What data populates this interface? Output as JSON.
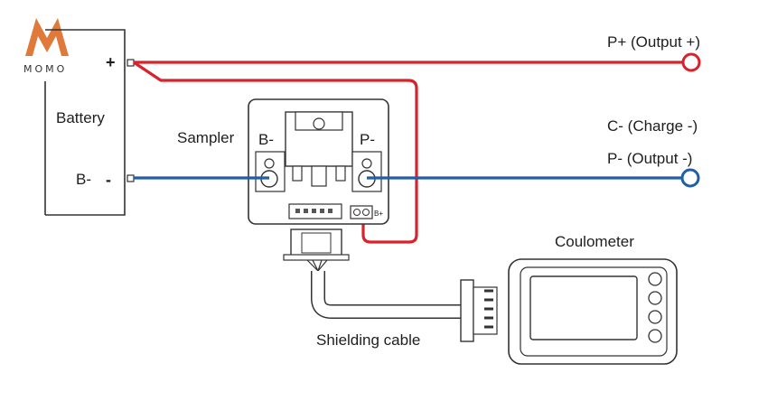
{
  "logo": {
    "text": "MOMO",
    "color": "#e07a3a"
  },
  "battery": {
    "title": "Battery",
    "pos_terminal": "+",
    "neg_label": "B-",
    "neg_terminal": "-"
  },
  "sampler": {
    "title": "Sampler",
    "left_terminal": "B-",
    "right_terminal": "P-",
    "small_terminal": "B+"
  },
  "outputs": {
    "p_plus": "P+ (Output +)",
    "c_minus": "C- (Charge -)",
    "p_minus": "P- (Output -)"
  },
  "coulometer": {
    "title": "Coulometer"
  },
  "cable": {
    "label": "Shielding cable"
  },
  "colors": {
    "positive_wire": "#d8232a",
    "negative_wire": "#1f5fa8",
    "outline": "#333333"
  }
}
